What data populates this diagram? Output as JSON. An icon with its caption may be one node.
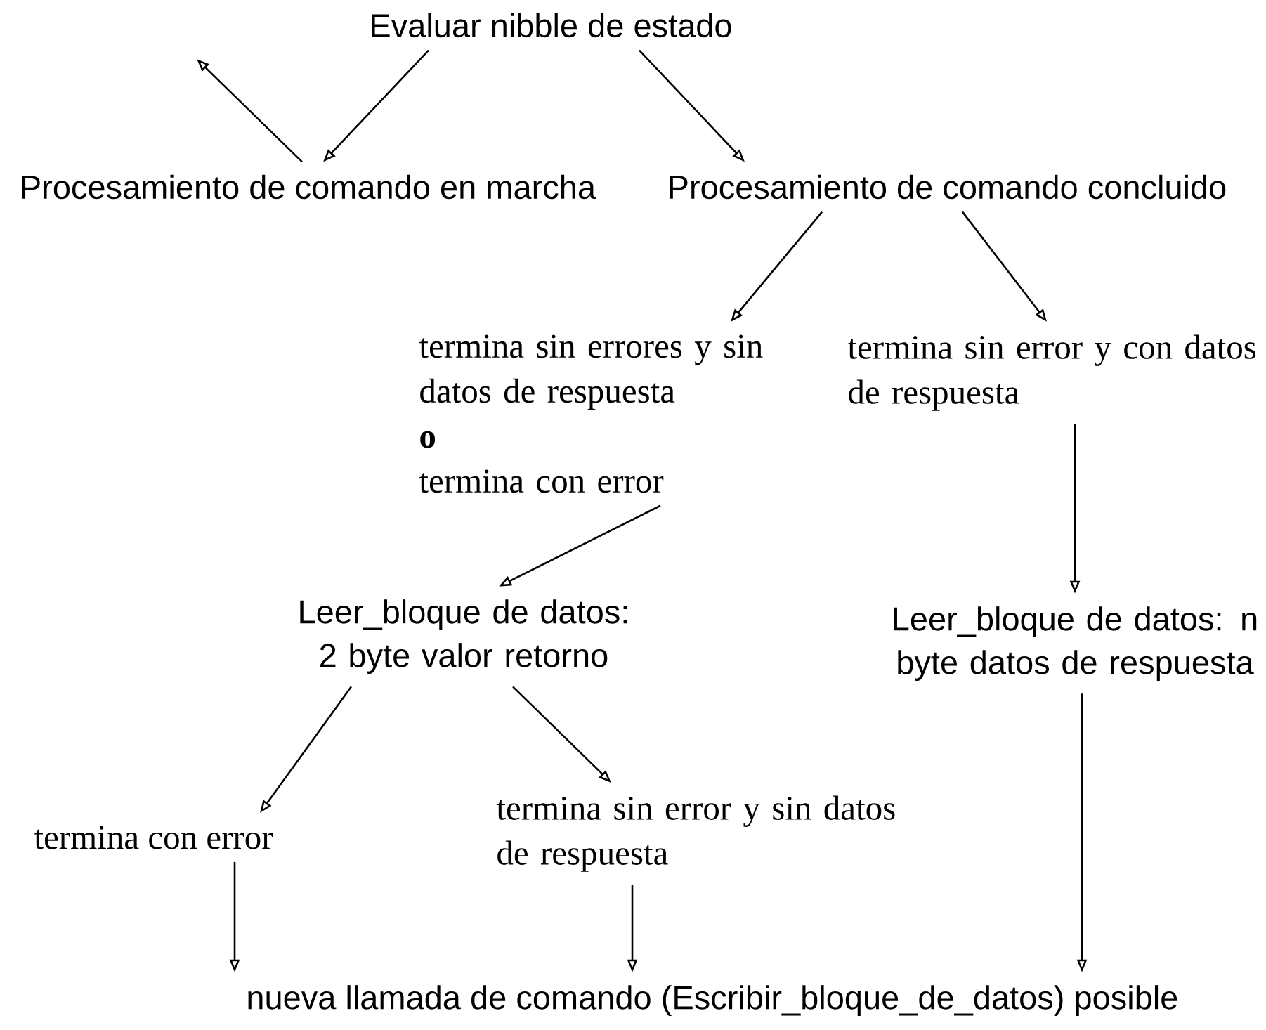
{
  "diagram": {
    "nodes": [
      {
        "text": [
          "Evaluar nibble de estado"
        ]
      },
      {
        "text": [
          "Procesamiento de comando en marcha"
        ]
      },
      {
        "text": [
          "Procesamiento de comando concluido"
        ]
      },
      {
        "text": [
          "termina sin errores y sin datos de respuesta",
          "o",
          "termina con error"
        ]
      },
      {
        "text": [
          "termina sin error y con datos de respuesta"
        ]
      },
      {
        "text": [
          "Leer_bloque de datos: 2 byte valor retorno"
        ]
      },
      {
        "text": [
          "Leer_bloque de datos: n byte datos de respuesta"
        ]
      },
      {
        "text": [
          "termina con error"
        ]
      },
      {
        "text": [
          "termina sin error y sin datos de respuesta"
        ]
      },
      {
        "text": [
          "nueva llamada de comando (Escribir_bloque_de_datos) posible"
        ]
      }
    ],
    "edges": [
      {
        "from": 1,
        "to": null,
        "arrow": "to"
      },
      {
        "from": 0,
        "to": 1,
        "arrow": "to"
      },
      {
        "from": 0,
        "to": 2,
        "arrow": "to"
      },
      {
        "from": 2,
        "to": 3,
        "arrow": "to"
      },
      {
        "from": 2,
        "to": 4,
        "arrow": "to"
      },
      {
        "from": 3,
        "to": 5,
        "arrow": "to"
      },
      {
        "from": 4,
        "to": 6,
        "arrow": "to"
      },
      {
        "from": 5,
        "to": 7,
        "arrow": "to"
      },
      {
        "from": 5,
        "to": 8,
        "arrow": "to"
      },
      {
        "from": 7,
        "to": 9,
        "arrow": "to"
      },
      {
        "from": 8,
        "to": 9,
        "arrow": "to"
      },
      {
        "from": 6,
        "to": 9,
        "arrow": "to"
      }
    ]
  }
}
